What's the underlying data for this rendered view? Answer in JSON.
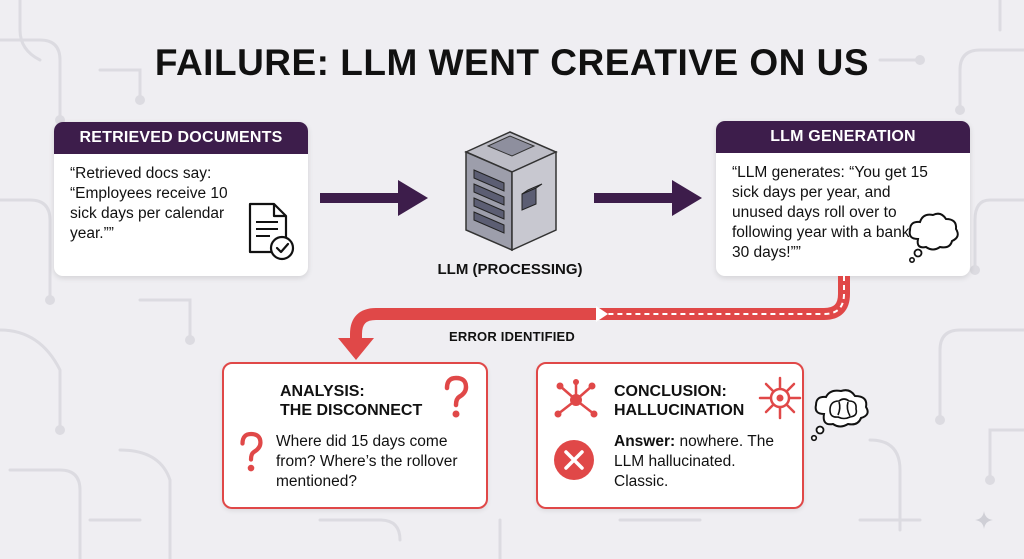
{
  "title": "FAILURE: LLM WENT CREATIVE ON US",
  "retrieved": {
    "header": "RETRIEVED DOCUMENTS",
    "text": "“Retrieved docs say: “Employees receive 10 sick days per calendar year.””"
  },
  "processing": {
    "label": "LLM (PROCESSING)"
  },
  "generation": {
    "header": "LLM GENERATION",
    "text": "“LLM generates: “You get 15 sick days per year, and unused days roll over to following year with a bank of 30 days!””"
  },
  "error_label": "ERROR IDENTIFIED",
  "analysis": {
    "title_line1": "ANALYSIS:",
    "title_line2": "THE DISCONNECT",
    "text": "Where did 15 days come from? Where’s the rollover mentioned?"
  },
  "conclusion": {
    "title_line1": "CONCLUSION:",
    "title_line2": "HALLUCINATION",
    "answer_label": "Answer:",
    "answer_text": "nowhere. The LLM hallucinated. Classic."
  },
  "colors": {
    "header_bg": "#3d1d4b",
    "arrow": "#3d1d4b",
    "error_red": "#e04848",
    "background": "#efeef2"
  },
  "icons": [
    "document-check-icon",
    "server-icon",
    "thought-cloud-icon",
    "question-mark-icon",
    "virus-network-icon",
    "x-circle-icon",
    "brain-thought-icon"
  ]
}
